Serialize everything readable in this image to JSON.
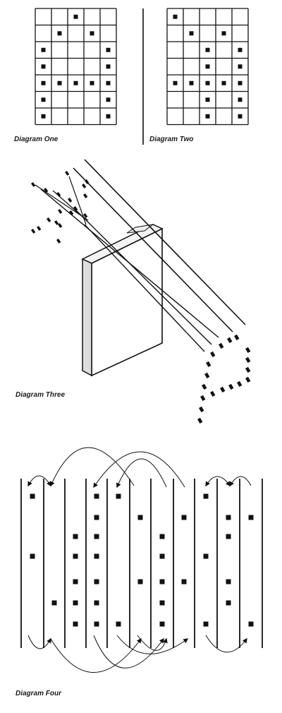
{
  "captions": {
    "diagram_one": "Diagram One",
    "diagram_two": "Diagram Two",
    "diagram_three": "Diagram Three",
    "diagram_four": "Diagram Four"
  },
  "diagram_one": {
    "rows": 7,
    "cols": 5,
    "dots": [
      [
        0,
        2
      ],
      [
        1,
        1
      ],
      [
        1,
        3
      ],
      [
        2,
        0
      ],
      [
        2,
        4
      ],
      [
        3,
        0
      ],
      [
        3,
        4
      ],
      [
        4,
        0
      ],
      [
        4,
        1
      ],
      [
        4,
        2
      ],
      [
        4,
        3
      ],
      [
        4,
        4
      ],
      [
        5,
        0
      ],
      [
        5,
        4
      ],
      [
        6,
        0
      ],
      [
        6,
        4
      ]
    ]
  },
  "diagram_two": {
    "rows": 7,
    "cols": 5,
    "dots": [
      [
        0,
        0
      ],
      [
        1,
        1
      ],
      [
        1,
        3
      ],
      [
        2,
        2
      ],
      [
        2,
        4
      ],
      [
        3,
        2
      ],
      [
        3,
        4
      ],
      [
        4,
        0
      ],
      [
        4,
        1
      ],
      [
        4,
        2
      ],
      [
        4,
        3
      ],
      [
        4,
        4
      ],
      [
        5,
        2
      ],
      [
        5,
        4
      ],
      [
        6,
        2
      ],
      [
        6,
        4
      ]
    ]
  },
  "diagram_four": {
    "strips": [
      [
        0,
        3
      ],
      [
        5
      ],
      [
        2,
        3,
        4,
        5,
        6
      ],
      [
        0,
        1,
        2,
        3,
        4,
        5,
        6
      ],
      [
        0,
        6
      ],
      [
        1,
        4
      ],
      [
        2,
        3,
        4,
        5,
        6
      ],
      [
        1,
        4
      ],
      [
        0,
        3,
        6
      ],
      [
        1,
        2,
        4,
        5
      ],
      [
        1,
        6
      ]
    ],
    "rows": 7
  },
  "colors": {
    "ink": "#111111",
    "paper": "#ffffff"
  }
}
